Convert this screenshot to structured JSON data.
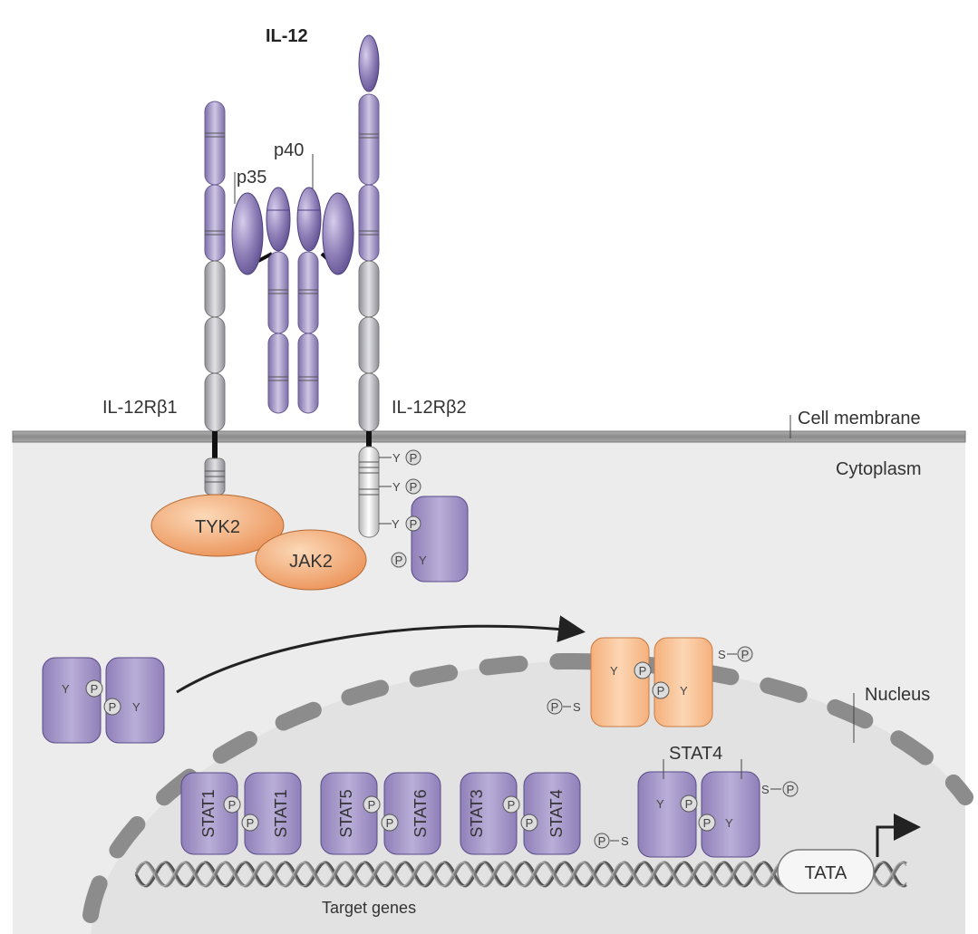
{
  "diagram": {
    "title": "IL-12",
    "subunits": {
      "p35": "p35",
      "p40": "p40"
    },
    "receptors": {
      "beta1": "IL-12Rβ1",
      "beta2": "IL-12Rβ2"
    },
    "compartments": {
      "membrane": "Cell membrane",
      "cytoplasm": "Cytoplasm",
      "nucleus": "Nucleus"
    },
    "kinases": {
      "tyk2": "TYK2",
      "jak2": "JAK2"
    },
    "residues": {
      "tyrosine": "Y",
      "serine": "S",
      "phosphate": "P"
    },
    "dimers": [
      {
        "left": "STAT1",
        "right": "STAT1"
      },
      {
        "left": "STAT5",
        "right": "STAT6"
      },
      {
        "left": "STAT3",
        "right": "STAT4"
      }
    ],
    "stat4_label": "STAT4",
    "promoter": "TATA",
    "target_genes": "Target genes",
    "colors": {
      "purple": "#9c8fc0",
      "purple_dark": "#5a4a8a",
      "orange": "#f2a46b",
      "orange_light": "#fbd1a8",
      "gray": "#b8b8be",
      "membrane": "#9b9b9b",
      "cytoplasm": "#ececec",
      "nucleus": "#e2e2e2"
    }
  }
}
